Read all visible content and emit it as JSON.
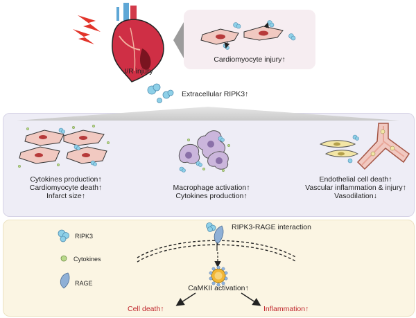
{
  "top": {
    "ir_label": "I/R injury",
    "cardio_label": "Cardiomyocyte injury↑",
    "extracellular_label": "Extracellular RIPK3↑"
  },
  "middle": {
    "left": [
      "Cytokines production↑",
      "Cardiomyocyte death↑",
      "Infarct size↑"
    ],
    "center": [
      "Macrophage activation↑",
      "Cytokines production↑"
    ],
    "right": [
      "Endothelial cell death↑",
      "Vascular inflammation & injury↑",
      "Vasodilation↓"
    ]
  },
  "bottom": {
    "legend": {
      "ripk3": "RIPK3",
      "cytokines": "Cytokines",
      "rage": "RAGE"
    },
    "interaction_label": "RIPK3-RAGE interaction",
    "camkii_label": "CaMKII activation↑",
    "outcome_left": "Cell death↑",
    "outcome_right": "Inflammation↑"
  },
  "colors": {
    "ripk3": "#8ed0e8",
    "cytokine": "#b9d98a",
    "rage": "#8fb0d6",
    "cell": "#f1c9c1",
    "nucleus": "#b73a3a",
    "macrophage": "#cbb6dc",
    "heart": "#c9283f",
    "bolt": "#e2342a",
    "outcome": "#c0272d"
  }
}
